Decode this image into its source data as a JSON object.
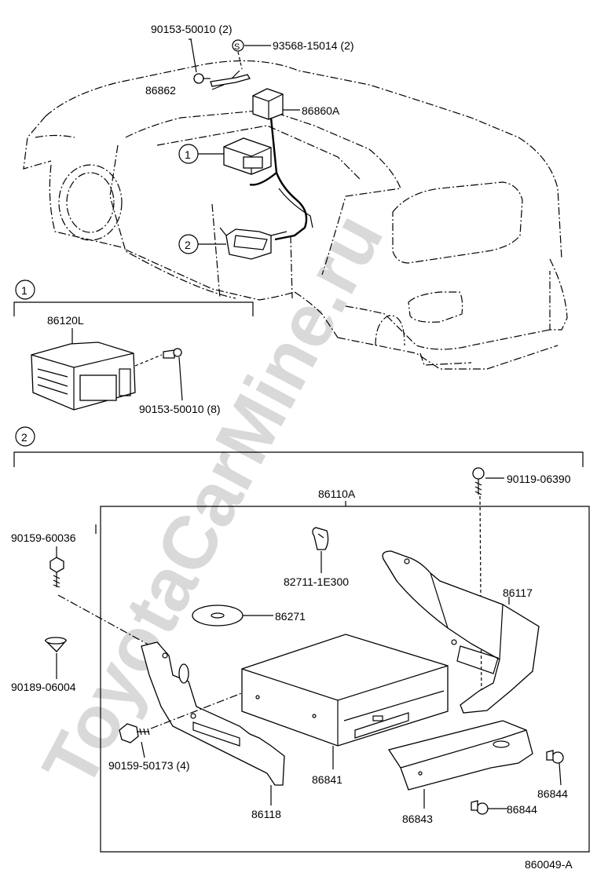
{
  "labels": {
    "p_90153_50010_2": "90153-50010 (2)",
    "p_93568_15014_2": "93568-15014 (2)",
    "s_marker": "S",
    "p_86862": "86862",
    "p_86860a": "86860A",
    "ref1": "1",
    "ref2": "2",
    "p_86120l": "86120L",
    "p_90153_50010_8": "90153-50010 (8)",
    "p_86110a": "86110A",
    "p_90119_06390": "90119-06390",
    "p_90159_60036": "90159-60036",
    "p_82711_1e300": "82711-1E300",
    "p_86271": "86271",
    "p_86117": "86117",
    "p_90189_06004": "90189-06004",
    "p_90159_50173_4": "90159-50173 (4)",
    "p_86841": "86841",
    "p_86844_a": "86844",
    "p_86844_b": "86844",
    "p_86118": "86118",
    "p_86843": "86843",
    "diagram_id": "860049-A"
  },
  "watermark": "ToyotaCarMine.ru"
}
